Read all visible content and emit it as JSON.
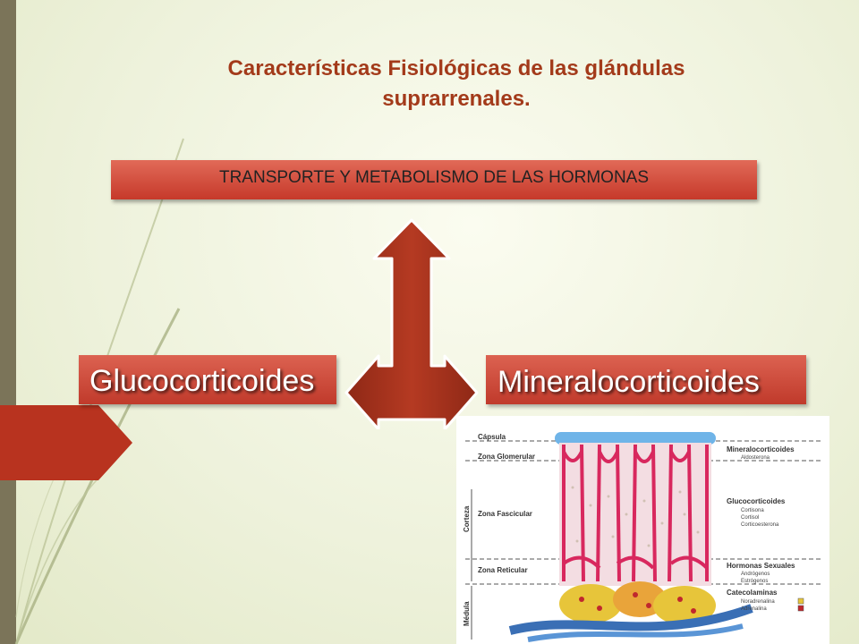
{
  "slide": {
    "title_line1": "Características Fisiológicas de las glándulas",
    "title_line2": "suprarrenales.",
    "transport_box": "TRANSPORTE Y METABOLISMO DE LAS HORMONAS",
    "left_box": "Glucocorticoides",
    "right_box": "Mineralocorticoides"
  },
  "histology": {
    "left_labels": [
      "Cápsula",
      "Zona Glomerular",
      "Zona Fascicular",
      "Zona Reticular"
    ],
    "corteza": "Corteza",
    "medula": "Médula",
    "right_groups": [
      {
        "title": "Mineralocorticoides",
        "items": [
          "Aldosterona"
        ]
      },
      {
        "title": "Glucocorticoides",
        "items": [
          "Cortisona",
          "Cortisol",
          "Corticoesterona"
        ]
      },
      {
        "title": "Hormonas Sexuales",
        "items": [
          "Andrógenos",
          "Estrógenos"
        ]
      },
      {
        "title": "Catecolaminas",
        "items": [
          "Noradrenalina",
          "Adrenalina"
        ]
      }
    ]
  },
  "colors": {
    "accent": "#a33a1a",
    "box_red": "#c9412f",
    "arrow_red": "#a3311c",
    "side_bar": "#7b7459"
  }
}
